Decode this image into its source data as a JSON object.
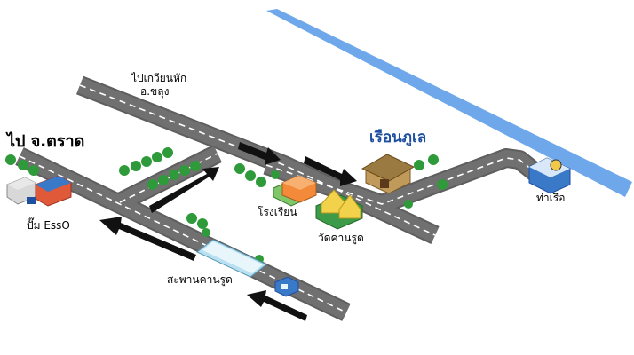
{
  "labels": {
    "to_khao_yai": "ไปเกวียนหัก",
    "district": "อ.ขลุง",
    "to_trat": "ไป จ.ตราด",
    "resort": "เรือนภูเล",
    "school": "โรงเรียน",
    "temple": "วัดคานรูด",
    "pier": "ท่าเรือ",
    "gas_station": "ปั๊ม EssO",
    "bridge": "สะพานคานรูด"
  },
  "colors": {
    "road": "#6d6d6d",
    "road_edge": "#555555",
    "center_line": "#ffffff",
    "water": "#6fa8ea",
    "arrow": "#111111",
    "tree": "#2e9a3a",
    "resort_label": "#1f4fa0"
  }
}
